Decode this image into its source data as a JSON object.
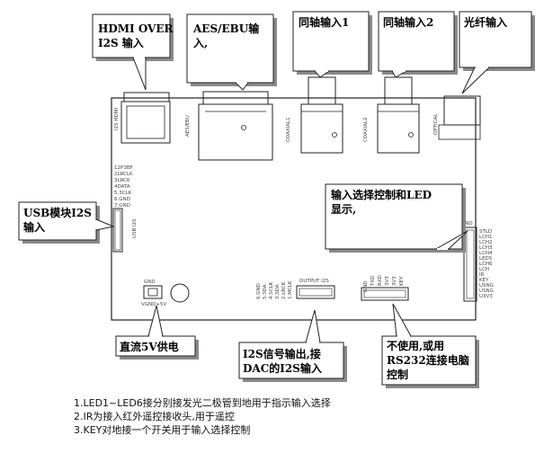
{
  "callouts": {
    "hdmi": [
      "HDMI OVER",
      "I2S 输入"
    ],
    "aes": [
      "AES/EBU输",
      "入,"
    ],
    "coax1": [
      "同轴输入1"
    ],
    "coax2": [
      "同轴输入2"
    ],
    "optical": [
      "光纤输入"
    ],
    "usb": [
      "USB模块I2S",
      "输入"
    ],
    "select": [
      "输入选择控制和LED",
      "显示,"
    ],
    "dc": [
      "直流5V供电"
    ],
    "i2s_out": [
      "I2S信号输出,接",
      "DAC的I2S输入"
    ],
    "rs232": [
      "不使用,或用",
      "RS232连接电脑",
      "控制"
    ]
  },
  "board": {
    "hdmi_label": "I2S HDMI",
    "aes_label": "AES/EBU",
    "coax1_label": "COAXIAL1",
    "coax2_label": "COAXIAL2",
    "optical_label": "OPTICAL",
    "usb_pins": [
      "12P3BF",
      "2LRCLK",
      "3LRCK",
      "4DATA",
      "5.3CLK",
      "6.GND",
      "7.GND"
    ],
    "usb_label": "USB I2S",
    "right_pins": [
      "STLD",
      "LCH1",
      "LCH2",
      "LCH3",
      "LCH4",
      "LED5",
      "LCH6",
      "LCH",
      "IR",
      "KEY",
      "USNG",
      "USNG",
      "U3V3"
    ],
    "output_label": "OUTPUT I2S",
    "output_pins": [
      "6.GND",
      "5.SDA",
      "4.SCLK",
      "3.SDA",
      "2.LRCK",
      "1.MCLK"
    ],
    "uart_pins": [
      "GND",
      "TXD",
      "RXD",
      "3V3",
      "3V3",
      "KEY"
    ],
    "dc_label": "VGND+5V",
    "gnd_small": "GND"
  },
  "notes": [
    "1.LED1~LED6接分别接发光二极管到地用于指示输入选择",
    "2.IR为接入红外遥控接收头,用于遥控",
    "3.KEY对地接一个开关用于输入选择控制"
  ]
}
